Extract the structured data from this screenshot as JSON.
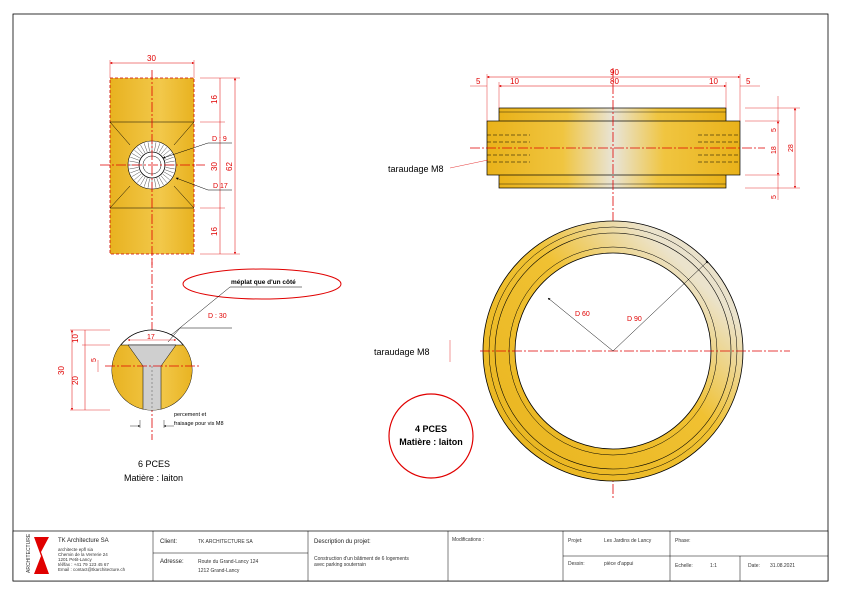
{
  "drawing": {
    "left_part": {
      "dims": {
        "width": "30",
        "top": "16",
        "mid": "30",
        "total": "62",
        "bottom": "16",
        "d_inner": "D : 9",
        "d_outer": "D 17"
      },
      "section_dims": {
        "d": "D : 30",
        "w": "17",
        "h_total": "30",
        "h_top": "10",
        "h_bottom": "20",
        "h_small": "5"
      },
      "callout": "méplat que d'un côté",
      "note_line1": "percement et",
      "note_line2": "fraisage pour vis M8",
      "qty": "6 PCES",
      "material": "Matière :  laiton"
    },
    "right_part": {
      "dims": {
        "overall": "90",
        "inner": "80",
        "left_step": "10",
        "right_step": "10",
        "left_edge": "5",
        "right_edge": "5",
        "h_total": "28",
        "h_mid": "18",
        "h_top": "5",
        "h_bottom": "5",
        "d_small": "D 60",
        "d_large": "D 90"
      },
      "thread_label_1": "taraudage M8",
      "thread_label_2": "taraudage M8",
      "qty": "4 PCES",
      "material": "Matière :  laiton"
    }
  },
  "title_block": {
    "logo_text": "ARCHITECTURE",
    "company": "TK Architecture SA",
    "company_lines": [
      "architecte epfl sia",
      "Chemin de la Verrerie 24",
      "1201 Petit-Lancy",
      "tél/fax : +41 79 123 45 67",
      "Email : contact@tkarchitecture.ch"
    ],
    "client_label": "Client:",
    "client_value": "TK ARCHITECTURE SA",
    "address_label": "Adresse:",
    "address_line1": "Route du Grand-Lancy 124",
    "address_line2": "1212 Grand-Lancy",
    "desc_label": "Description du projet:",
    "desc_line1": "Construction d'un bâtiment de 6 logements",
    "desc_line2": "avec parking souterrain",
    "mods_label": "Modifications :",
    "project_label": "Projet:",
    "project_value": "Les Jardins de Lancy",
    "phase_label": "Phase:",
    "dessin_label": "Dessin:",
    "dessin_value": "pièce d'appui",
    "echelle_label": "Echelle:",
    "echelle_value": "1:1",
    "date_label": "Date:",
    "date_value": "31.08.2021"
  },
  "colors": {
    "brass": "#e8b628",
    "dimension": "#e00000",
    "highlight": "#e0e0e0",
    "line": "#000000"
  }
}
